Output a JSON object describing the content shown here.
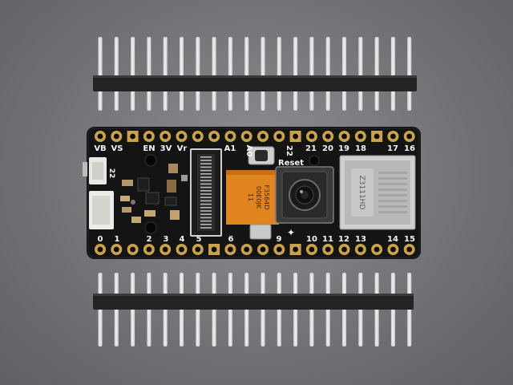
{
  "photo": {
    "background_color": "#6f7174",
    "board_color": "#141414",
    "pad_color": "#c9a24a",
    "pin_color": "#d9d9d9",
    "header_plastic_color": "#232323",
    "flex_cable_color": "#e0841f"
  },
  "top_header": {
    "pin_count": 20
  },
  "bottom_header": {
    "pin_count": 20
  },
  "board": {
    "top_labels": [
      "VB",
      "VS",
      "EN",
      "3V",
      "Vr",
      "A1",
      "A0",
      "22",
      "21",
      "20",
      "19",
      "18",
      "17",
      "16"
    ],
    "bottom_labels": [
      "0",
      "1",
      "2",
      "3",
      "4",
      "5",
      "6",
      "9",
      "10",
      "11",
      "12",
      "13",
      "14",
      "15"
    ],
    "reset_label": "Reset",
    "side_label": "22",
    "camera_flex_text": [
      "F3564D",
      "00E0JK",
      "11"
    ],
    "sd_card_text": "Z3111HD"
  }
}
